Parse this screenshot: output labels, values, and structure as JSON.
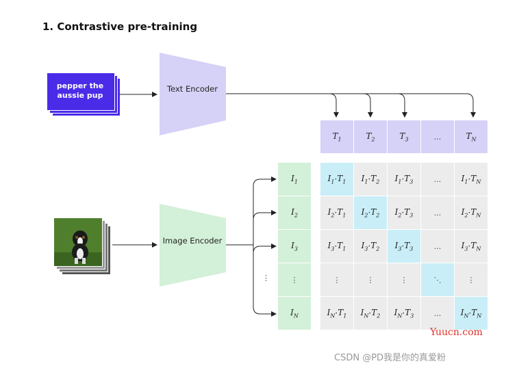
{
  "title": "1. Contrastive pre-training",
  "text_input": "pepper the aussie pup",
  "text_encoder": "Text Encoder",
  "image_encoder": "Image Encoder",
  "text_embeddings": [
    {
      "base": "T",
      "sub": "1"
    },
    {
      "base": "T",
      "sub": "2"
    },
    {
      "base": "T",
      "sub": "3"
    },
    {
      "base": "...",
      "sub": ""
    },
    {
      "base": "T",
      "sub": "N"
    }
  ],
  "image_embeddings": [
    {
      "base": "I",
      "sub": "1"
    },
    {
      "base": "I",
      "sub": "2"
    },
    {
      "base": "I",
      "sub": "3"
    },
    {
      "base": "⋮",
      "sub": ""
    },
    {
      "base": "I",
      "sub": "N"
    }
  ],
  "side_dots": "⋮",
  "colors": {
    "text_card": "#4a2be8",
    "encoder_text": "#d6d1f7",
    "encoder_image": "#d3f0d8",
    "matrix_cell": "#ececec",
    "matrix_diag": "#c9eef7"
  },
  "watermark": "Yuucn.com",
  "source_credit": "CSDN @PD我是你的真爱粉"
}
